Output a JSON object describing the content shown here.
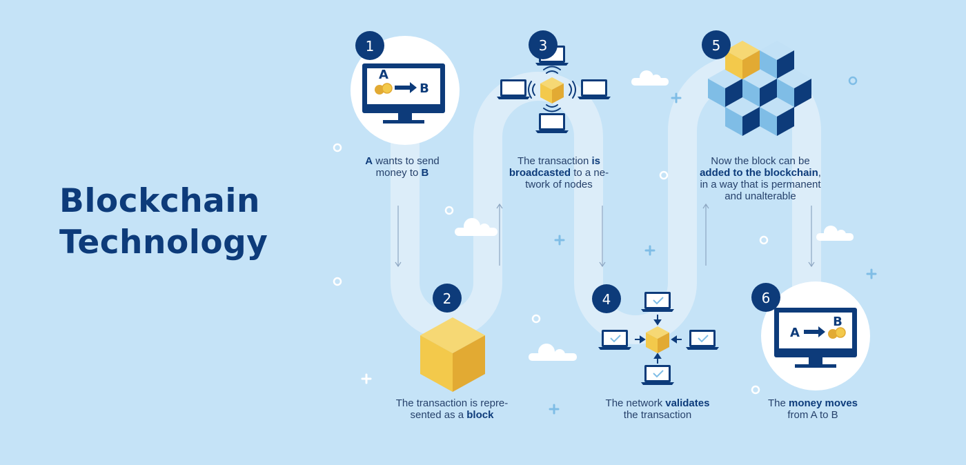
{
  "title": {
    "line1": "Blockchain",
    "line2": "Technology"
  },
  "steps": [
    {
      "number": "1",
      "caption": [
        {
          "t": "A",
          "b": true
        },
        {
          "t": " wants to send",
          "b": false
        },
        {
          "br": true
        },
        {
          "t": "money to ",
          "b": false
        },
        {
          "t": "B",
          "b": true
        }
      ]
    },
    {
      "number": "2",
      "caption": [
        {
          "t": "The transaction is repre-",
          "b": false
        },
        {
          "br": true
        },
        {
          "t": "sented as a ",
          "b": false
        },
        {
          "t": "block",
          "b": true
        }
      ]
    },
    {
      "number": "3",
      "caption": [
        {
          "t": "The transaction ",
          "b": false
        },
        {
          "t": "is",
          "b": true
        },
        {
          "br": true
        },
        {
          "t": "broadcasted",
          "b": true
        },
        {
          "t": " to a ne-",
          "b": false
        },
        {
          "br": true
        },
        {
          "t": "twork of nodes",
          "b": false
        }
      ]
    },
    {
      "number": "4",
      "caption": [
        {
          "t": "The network ",
          "b": false
        },
        {
          "t": "validates",
          "b": true
        },
        {
          "br": true
        },
        {
          "t": "the transaction",
          "b": false
        }
      ]
    },
    {
      "number": "5",
      "caption": [
        {
          "t": "Now the block can be",
          "b": false
        },
        {
          "br": true
        },
        {
          "t": "added to the blockchain",
          "b": true
        },
        {
          "t": ",",
          "b": false
        },
        {
          "br": true
        },
        {
          "t": "in a way that is permanent",
          "b": false
        },
        {
          "br": true
        },
        {
          "t": "and unalterable",
          "b": false
        }
      ]
    },
    {
      "number": "6",
      "caption": [
        {
          "t": "The ",
          "b": false
        },
        {
          "t": "money moves",
          "b": true
        },
        {
          "br": true
        },
        {
          "t": "from A to B",
          "b": false
        }
      ]
    }
  ],
  "monitor_1": {
    "from": "A",
    "to": "B"
  },
  "monitor_6": {
    "from": "A",
    "to": "B"
  },
  "colors": {
    "background": "#c5e3f7",
    "navy": "#0d3b7a",
    "path": "#dcedf9",
    "gold": "#f3c94b",
    "gold_dark": "#e2aa33",
    "cube_light": "#a9d3f0",
    "cube_mid": "#6aaee1",
    "cube_dark": "#0d3b7a",
    "text": "#26416b"
  }
}
